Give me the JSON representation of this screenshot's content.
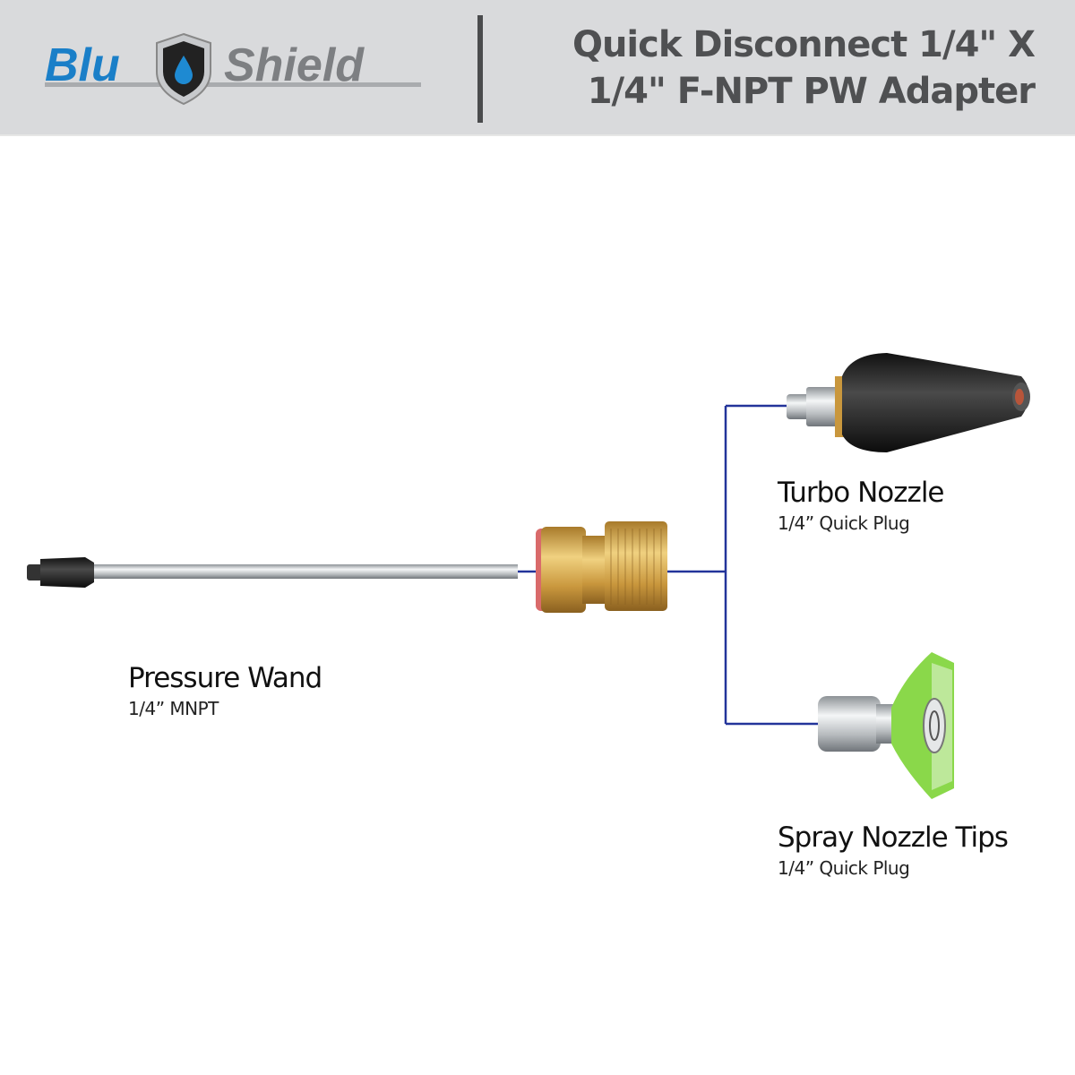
{
  "header": {
    "brand": {
      "part1": "Blu",
      "part2": "Shield"
    },
    "title_line1": "Quick Disconnect 1/4\" X",
    "title_line2": "1/4\" F-NPT PW Adapter"
  },
  "components": {
    "wand": {
      "name": "Pressure Wand",
      "spec": "1/4” MNPT"
    },
    "turbo": {
      "name": "Turbo Nozzle",
      "spec": "1/4” Quick Plug"
    },
    "spray": {
      "name": "Spray Nozzle Tips",
      "spec": "1/4” Quick Plug"
    }
  },
  "colors": {
    "connector_line": "#23349a",
    "brand_blue": "#1a7fc8",
    "brass": "#d4a84a",
    "green_tip": "#8ad84a"
  }
}
